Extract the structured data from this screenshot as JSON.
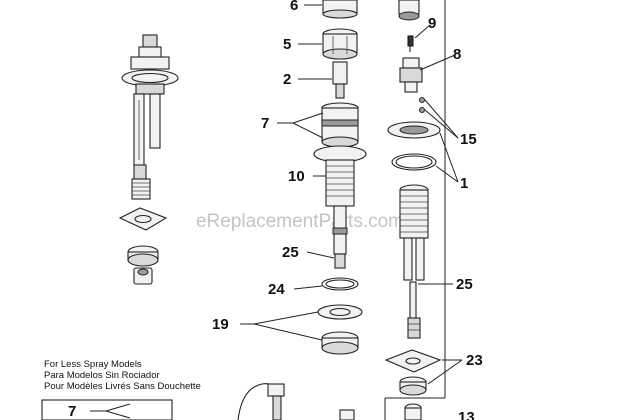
{
  "watermark": "eReplacementParts.com",
  "callouts": {
    "c6": "6",
    "c5": "5",
    "c2": "2",
    "c7": "7",
    "c10": "10",
    "c25a": "25",
    "c24": "24",
    "c19": "19",
    "c9": "9",
    "c8": "8",
    "c15": "15",
    "c1": "1",
    "c25b": "25",
    "c23": "23",
    "c13": "13",
    "c7b": "7"
  },
  "note": {
    "line1": "For Less Spray Models",
    "line2": "Para Modelos Sin Rociador",
    "line3": "Pour Modèles Livrés Sans Douchette"
  }
}
